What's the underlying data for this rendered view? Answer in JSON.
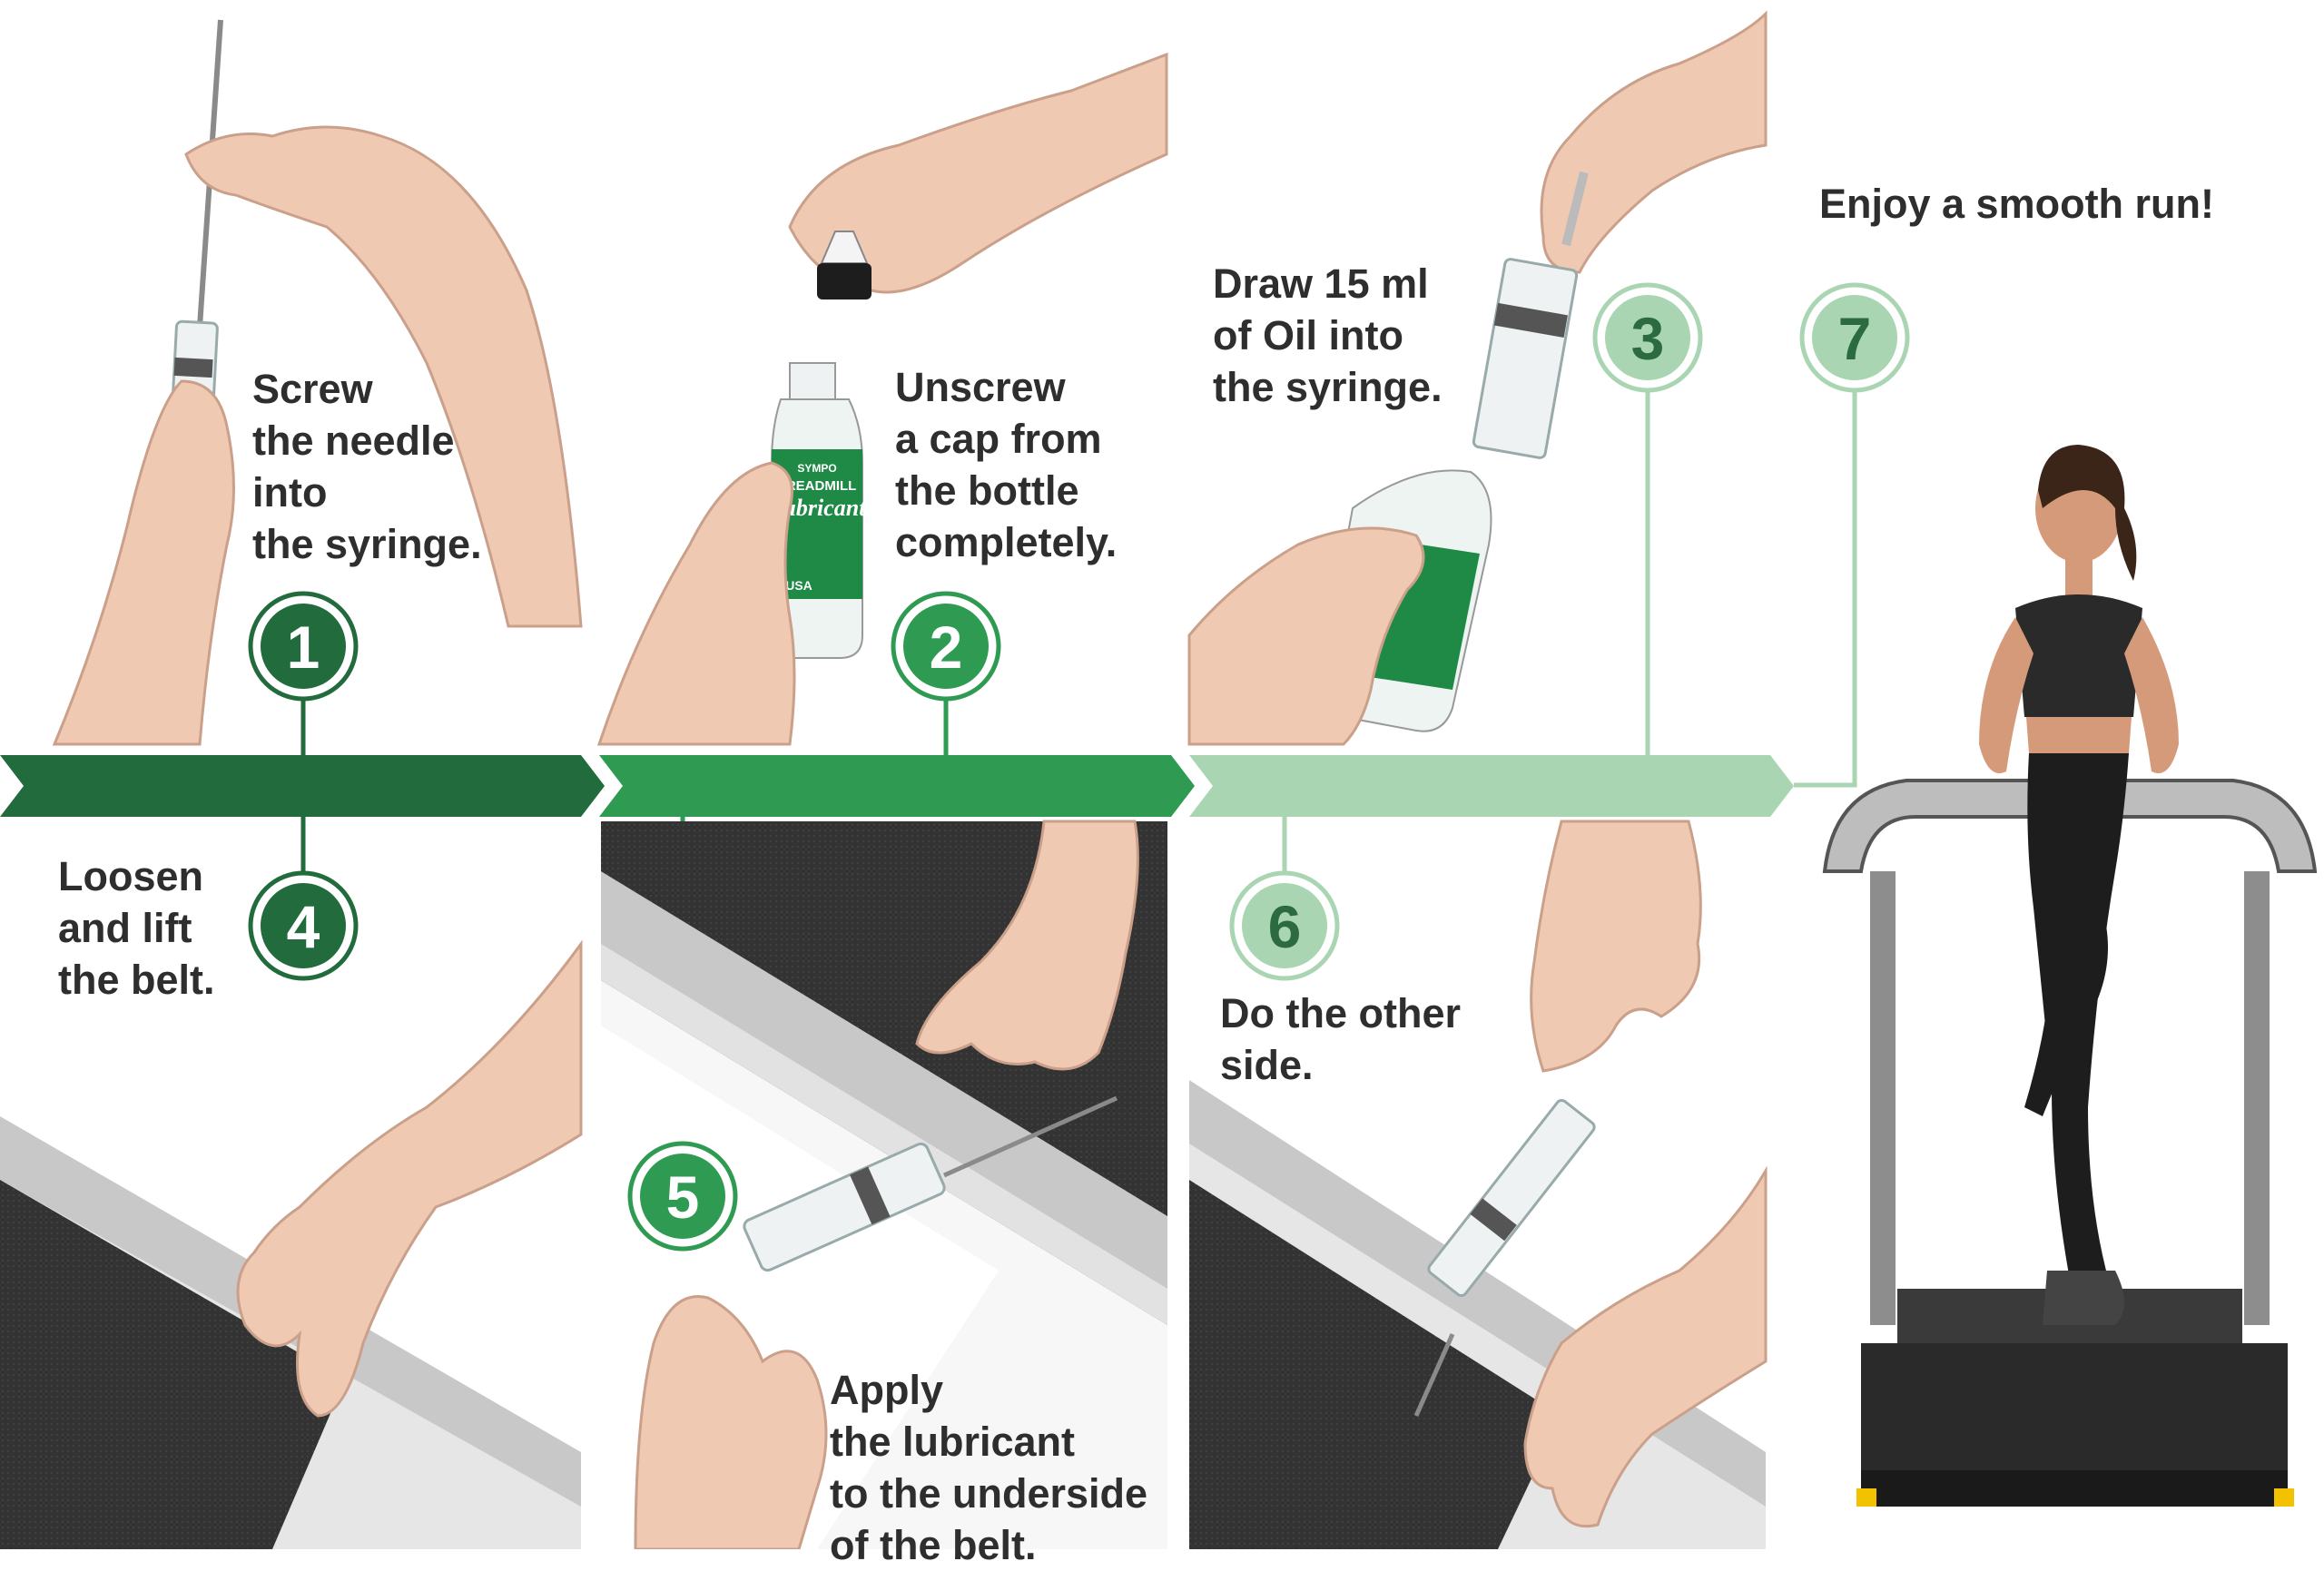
{
  "colors": {
    "dark_green": "#226b3c",
    "mid_green": "#2e9a52",
    "light_green": "#a9d5b2",
    "light_green_text": "#2c6b3f",
    "skin": "#f0c9b3",
    "belt": "#3a3a3a",
    "rail": "#c8c8c8"
  },
  "steps": [
    {
      "number": "1",
      "lines": [
        "Screw",
        "the needle",
        "into",
        "the syringe."
      ]
    },
    {
      "number": "2",
      "lines": [
        "Unscrew",
        "a cap from",
        "the bottle",
        "completely."
      ]
    },
    {
      "number": "3",
      "lines": [
        "Draw 15 ml",
        "of Oil into",
        "the syringe."
      ]
    },
    {
      "number": "4",
      "lines": [
        "Loosen",
        "and lift",
        "the belt."
      ]
    },
    {
      "number": "5",
      "lines": [
        "Apply",
        "the lubricant",
        "to the underside",
        "of the belt."
      ]
    },
    {
      "number": "6",
      "lines": [
        "Do the other",
        "side."
      ]
    },
    {
      "number": "7",
      "lines": [
        "Enjoy a smooth run!"
      ]
    }
  ],
  "bottle_label": {
    "brand": "SYMPO",
    "line1": "TREADMILL",
    "line2": "Lubricant",
    "origin": "USA"
  },
  "icons": [
    "hand-icon",
    "syringe-icon",
    "bottle-icon",
    "cap-icon",
    "treadmill-belt-icon",
    "runner-icon",
    "treadmill-icon"
  ]
}
